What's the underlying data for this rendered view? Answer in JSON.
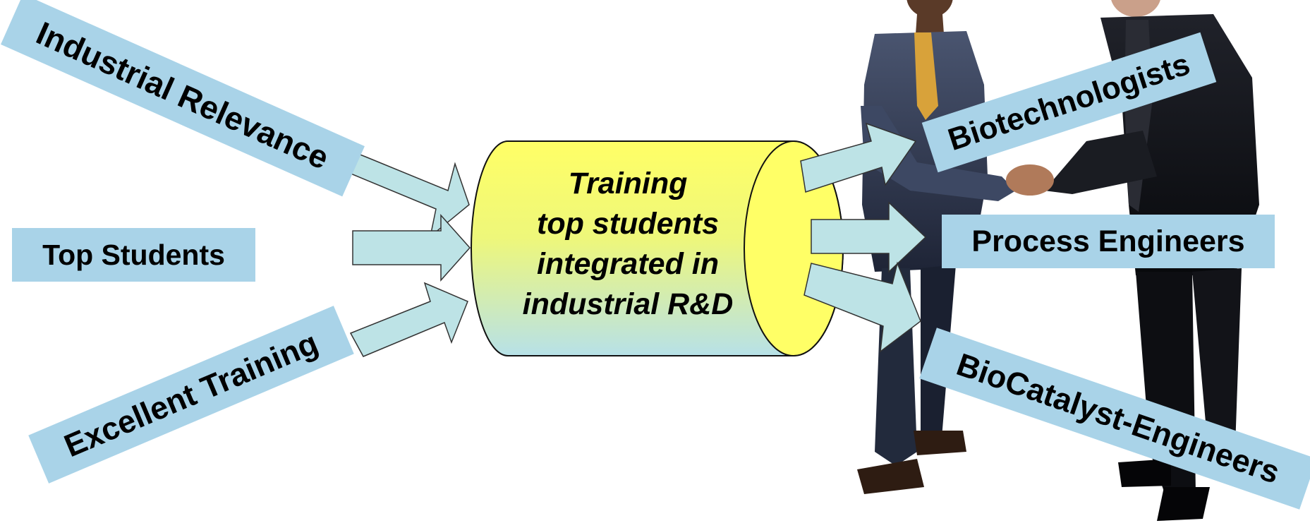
{
  "inputs": {
    "industrial_relevance": "Industrial Relevance",
    "top_students": "Top Students",
    "excellent_training": "Excellent Training"
  },
  "center": {
    "line1": "Training",
    "line2": "top students",
    "line3": "integrated in",
    "line4": "industrial R&D"
  },
  "outputs": {
    "biotechnologists": "Biotechnologists",
    "process_engineers": "Process Engineers",
    "biocatalyst_engineers": "BioCatalyst-Engineers"
  },
  "colors": {
    "label_fill": "#a9d3e8",
    "arrow_fill": "#bde3e6",
    "cylinder_top": "#ffff66",
    "cylinder_bottom": "#b7e1e8"
  }
}
